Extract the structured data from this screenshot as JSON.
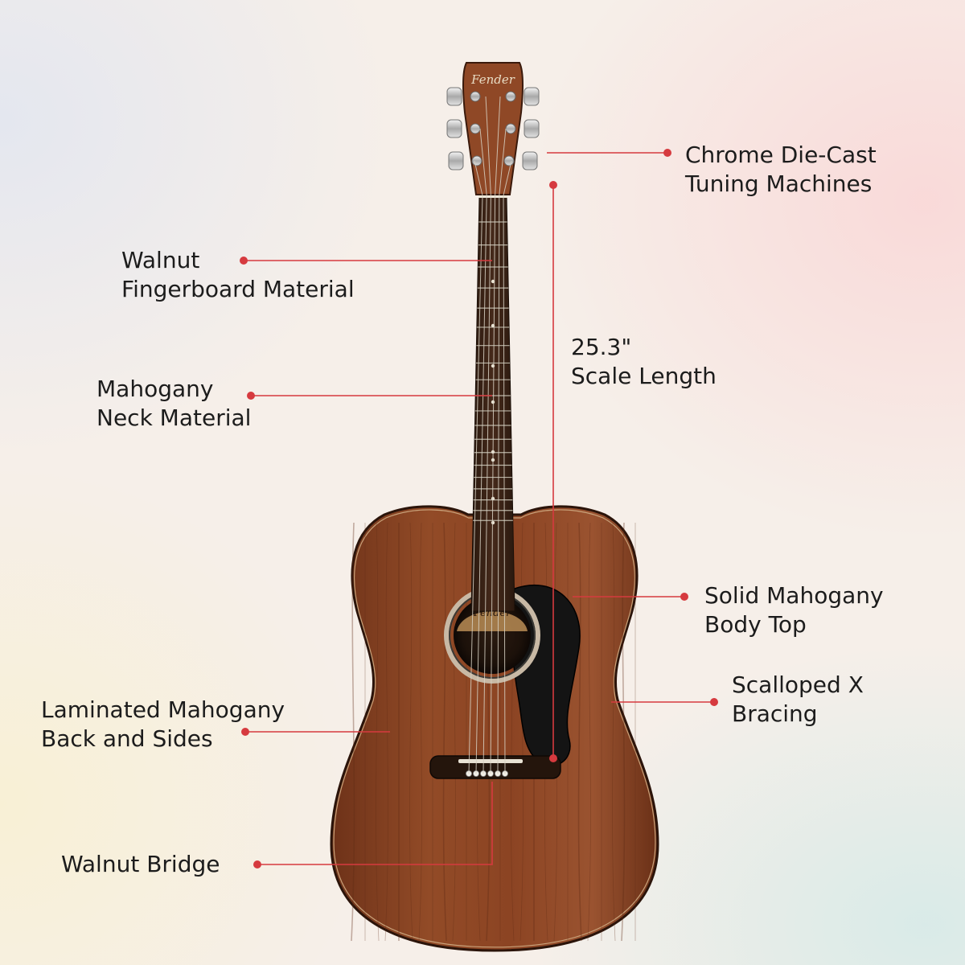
{
  "brand": {
    "headstock_logo": "Fender",
    "soundhole_logo": "Fender"
  },
  "colors": {
    "accent": "#d63a3f",
    "text": "#1c1c1c",
    "mahogany": "#8a4524",
    "fingerboard": "#3a2417",
    "pickguard": "#151515"
  },
  "callouts": {
    "tuning": {
      "line1": "Chrome Die-Cast",
      "line2": "Tuning Machines"
    },
    "fingerboard": {
      "line1": "Walnut",
      "line2": "Fingerboard Material"
    },
    "scale": {
      "line1": "25.3\"",
      "line2": "Scale Length"
    },
    "neck": {
      "line1": "Mahogany",
      "line2": "Neck Material"
    },
    "top": {
      "line1": "Solid Mahogany",
      "line2": "Body Top"
    },
    "bracing": {
      "line1": "Scalloped X",
      "line2": "Bracing"
    },
    "back": {
      "line1": "Laminated Mahogany",
      "line2": "Back and Sides"
    },
    "bridge": {
      "line1": "Walnut Bridge"
    }
  }
}
